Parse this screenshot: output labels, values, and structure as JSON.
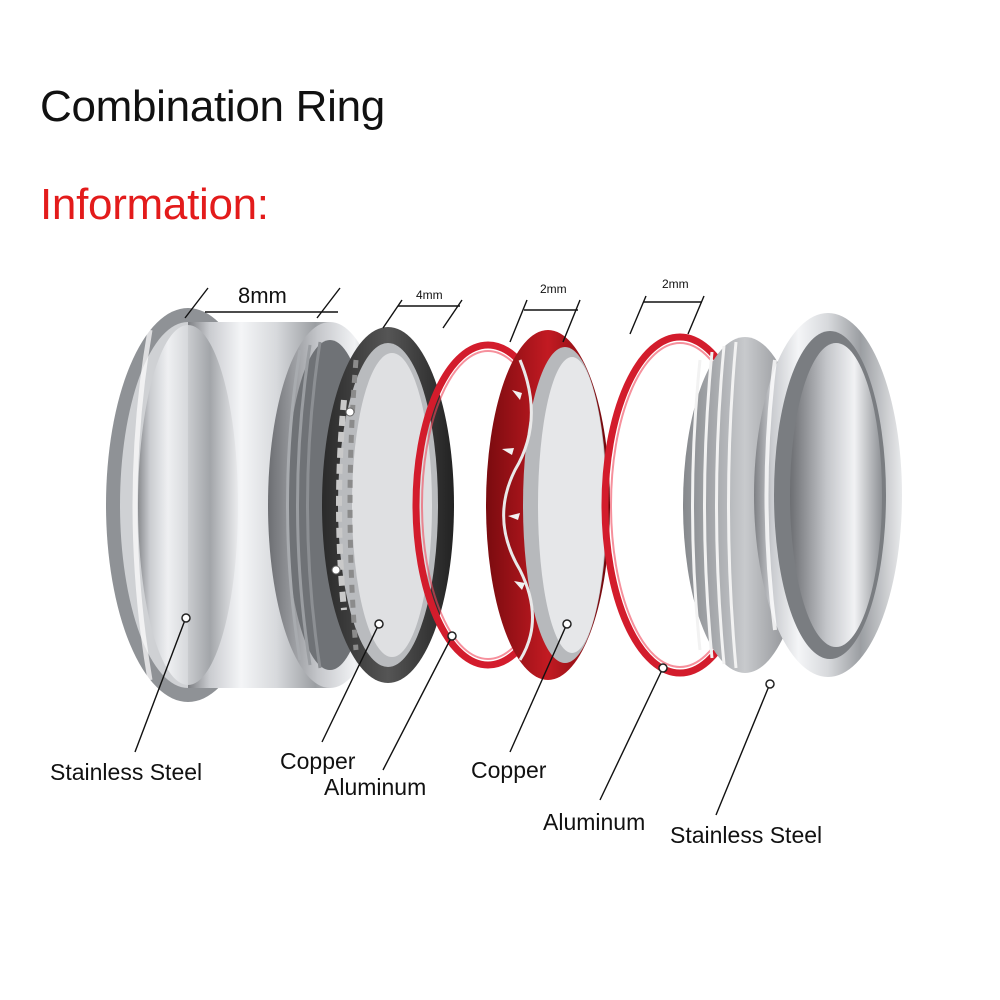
{
  "title": "Combination Ring",
  "subtitle": "Information:",
  "accent_color": "#e31b1b",
  "dimensions": {
    "outer_width": "8mm",
    "copper_band_width": "4mm",
    "red_band_width": "2mm",
    "aluminum_width": "2mm"
  },
  "layers": [
    {
      "name": "Stainless Steel"
    },
    {
      "name": "Copper"
    },
    {
      "name": "Aluminum"
    },
    {
      "name": "Copper"
    },
    {
      "name": "Aluminum"
    },
    {
      "name": "Stainless Steel"
    }
  ]
}
